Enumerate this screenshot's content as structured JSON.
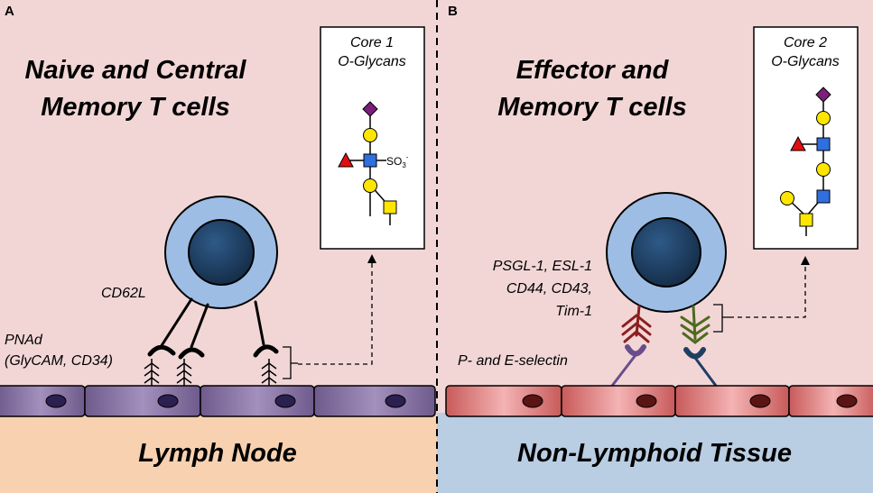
{
  "panel_a": {
    "letter": "A",
    "title_line1": "Naive and Central",
    "title_line2": "Memory T cells",
    "core_box_line1": "Core 1",
    "core_box_line2": "O-Glycans",
    "sulfate_label": "SO",
    "sulfate_sub": "3",
    "sulfate_sup": "-",
    "receptor_label": "CD62L",
    "ligand_label_line1": "PNAd",
    "ligand_label_line2": "(GlyCAM, CD34)",
    "tissue_label": "Lymph Node",
    "background_color": "#f2d6d6",
    "tissue_color": "#f8d1b0",
    "cell_color": "#8c75a6"
  },
  "panel_b": {
    "letter": "B",
    "title_line1": "Effector and",
    "title_line2": "Memory T cells",
    "core_box_line1": "Core 2",
    "core_box_line2": "O-Glycans",
    "ligand_label_line1": "PSGL-1, ESL-1",
    "ligand_label_line2": "CD44, CD43,",
    "ligand_label_line3": "Tim-1",
    "receptor_label": "P- and E-selectin",
    "tissue_label": "Non-Lymphoid Tissue",
    "background_color": "#f2d6d6",
    "tissue_color": "#b9cde3",
    "cell_color": "#d97b7b"
  },
  "glycan_colors": {
    "sialic_acid": "#7b1f7b",
    "galactose": "#ffe600",
    "galnac": "#ffe600",
    "glcnac": "#2f6fde",
    "fucose": "#e01010"
  },
  "t_cell_colors": {
    "outer": "#9dbde5",
    "nucleus": "#1e3f63"
  }
}
